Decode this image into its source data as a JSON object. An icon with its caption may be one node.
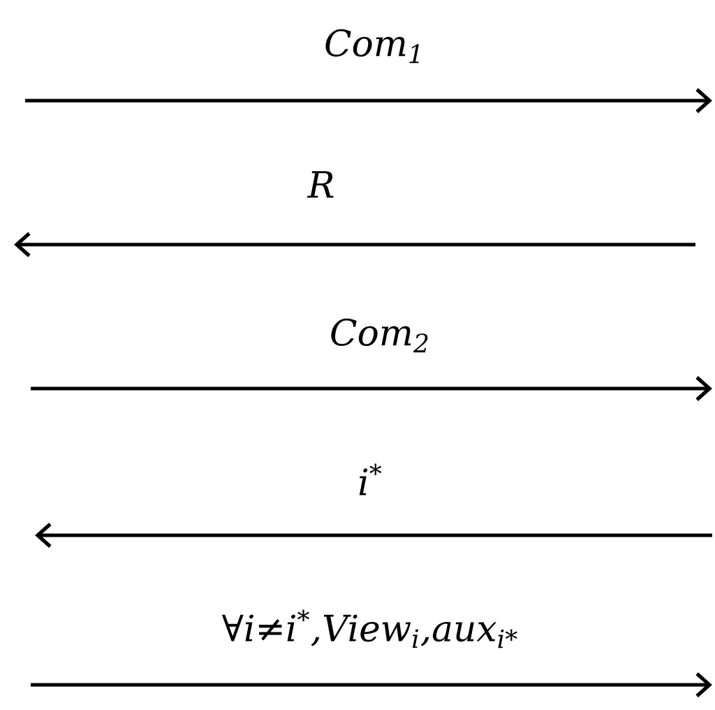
{
  "diagram": {
    "labels": [
      "Com$_{1}$",
      "R",
      "Com$_{2}$",
      "i$^{*}$",
      "∀i≠i$^{*}$,View$_{i}$,aux$_{i*}$"
    ]
  }
}
